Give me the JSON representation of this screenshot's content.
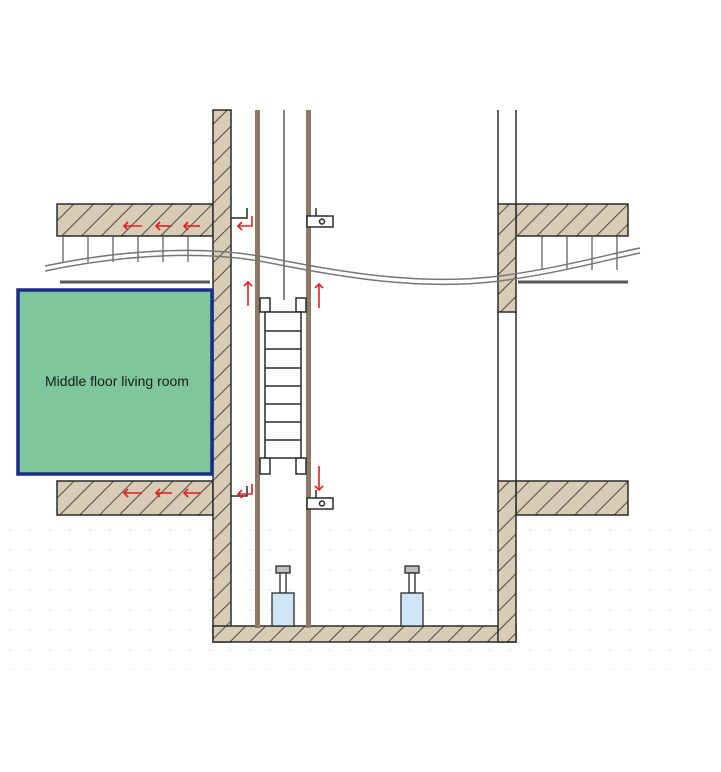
{
  "labels": {
    "room": "Middle floor living room"
  },
  "colors": {
    "wall_fill": "#d8cdb4",
    "wall_stroke": "#2a2a2a",
    "hatch": "#4a4a4a",
    "rail": "#8a7a66",
    "room_fill": "#7ec79c",
    "room_border": "#1a2f8a",
    "arrow": "#e02020",
    "buffer_fill": "#cfe6f7",
    "dots": "#d8d8d8"
  },
  "icons": {
    "flow_arrow": "red-flow-arrow",
    "rail_bracket": "rail-bracket",
    "buffer": "spring-buffer"
  }
}
